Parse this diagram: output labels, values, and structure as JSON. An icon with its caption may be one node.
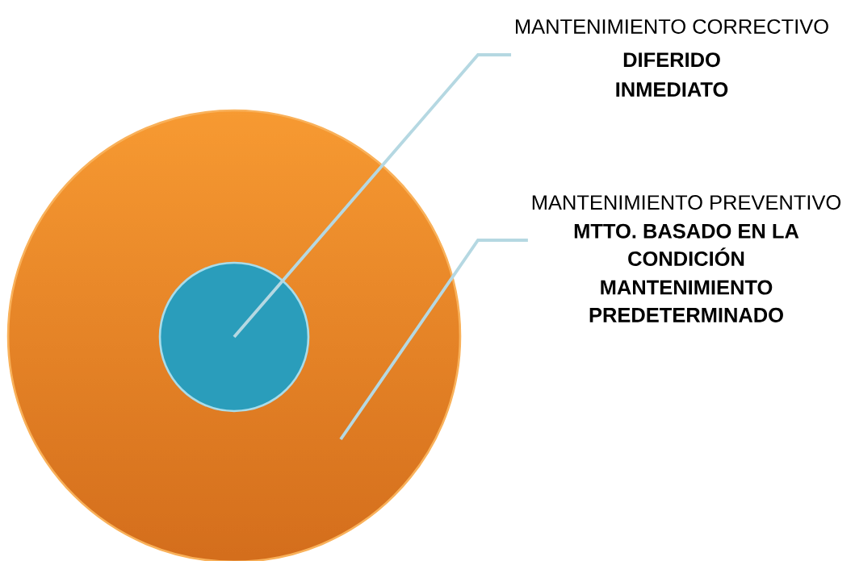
{
  "diagram": {
    "nodes": [
      {
        "text": [],
        "shape": "circle"
      },
      {
        "text": [],
        "shape": "circle",
        "in": 0
      },
      {
        "text": [
          "MANTENIMIENTO CORRECTIVO",
          "DIFERIDO",
          "INMEDIATO"
        ]
      },
      {
        "text": [
          "MANTENIMIENTO PREVENTIVO",
          "MTTO. BASADO EN LA CONDICIÓN",
          "MANTENIMIENTO PREDETERMINADO"
        ]
      }
    ],
    "edges": [
      {
        "from": 2,
        "to": 1,
        "arrow": "none"
      },
      {
        "from": 3,
        "to": 0,
        "arrow": "none"
      }
    ]
  }
}
